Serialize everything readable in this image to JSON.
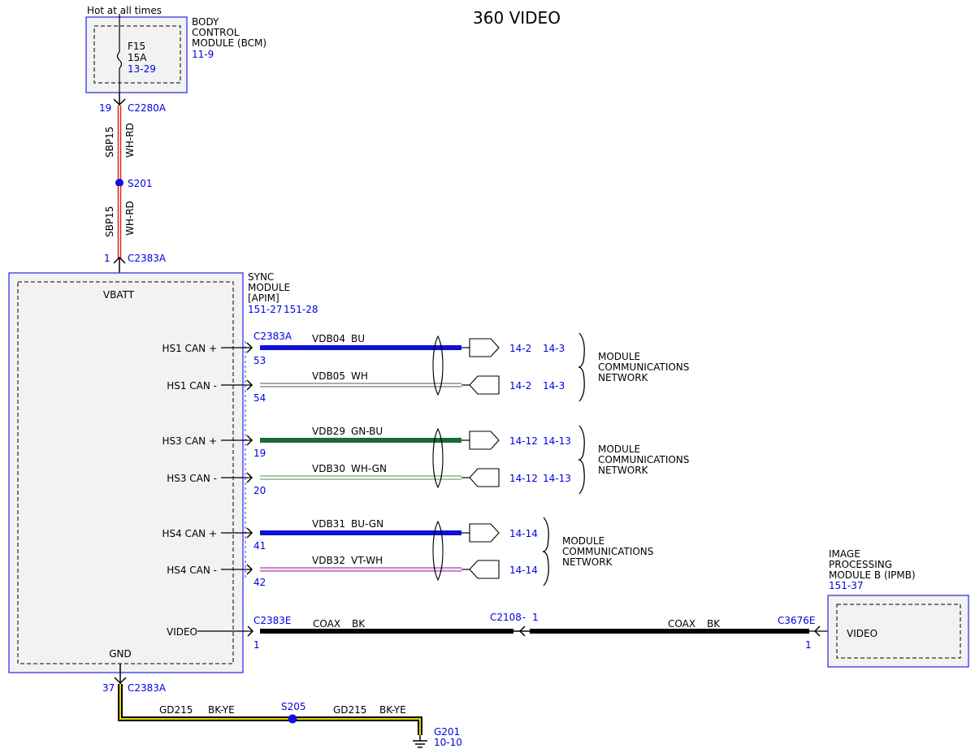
{
  "title": "360 VIDEO",
  "colors": {
    "ref_text": "#0000e0",
    "module_border": "#3333ee",
    "wire_blue": "#1010d8",
    "wire_green": "#1a6a3a",
    "wire_violet": "#cc88cc",
    "wire_red": "#e02020",
    "wire_yellow": "#e8d800"
  },
  "power": {
    "label": "Hot at all times",
    "bcm": {
      "name_line1": "BODY",
      "name_line2": "CONTROL",
      "name_line3": "MODULE (BCM)",
      "ref": "11-9",
      "fuse_id": "F15",
      "fuse_rating": "15A",
      "fuse_ref": "13-29"
    },
    "top_connector": {
      "pin": "19",
      "id": "C2280A"
    },
    "splice": {
      "id": "S201"
    },
    "wire_upper": {
      "circuit": "SBP15",
      "color": "WH-RD"
    },
    "wire_lower": {
      "circuit": "SBP15",
      "color": "WH-RD"
    },
    "sync_connector": {
      "pin": "1",
      "id": "C2383A"
    }
  },
  "sync": {
    "name_line1": "SYNC",
    "name_line2": "MODULE",
    "name_line3": "[APIM]",
    "ref1": "151-27",
    "ref2": "151-28",
    "vbatt": "VBATT",
    "gnd": "GND",
    "video": "VIDEO",
    "can_connector": "C2383A",
    "video_connector": "C2383E",
    "video_pin": "1"
  },
  "can_signals": [
    {
      "label": "HS1 CAN +",
      "pin": "53",
      "circuit": "VDB04",
      "color": "BU",
      "ref1": "14-2",
      "ref2": "14-3"
    },
    {
      "label": "HS1 CAN -",
      "pin": "54",
      "circuit": "VDB05",
      "color": "WH",
      "ref1": "14-2",
      "ref2": "14-3"
    },
    {
      "label": "HS3 CAN +",
      "pin": "19",
      "circuit": "VDB29",
      "color": "GN-BU",
      "ref1": "14-12",
      "ref2": "14-13"
    },
    {
      "label": "HS3 CAN -",
      "pin": "20",
      "circuit": "VDB30",
      "color": "WH-GN",
      "ref1": "14-12",
      "ref2": "14-13"
    },
    {
      "label": "HS4 CAN +",
      "pin": "41",
      "circuit": "VDB31",
      "color": "BU-GN",
      "ref1": "14-14",
      "ref2": ""
    },
    {
      "label": "HS4 CAN -",
      "pin": "42",
      "circuit": "VDB32",
      "color": "VT-WH",
      "ref1": "14-14",
      "ref2": ""
    }
  ],
  "network_labels": [
    {
      "line1": "MODULE",
      "line2": "COMMUNICATIONS",
      "line3": "NETWORK"
    },
    {
      "line1": "MODULE",
      "line2": "COMMUNICATIONS",
      "line3": "NETWORK"
    },
    {
      "line1": "MODULE",
      "line2": "COMMUNICATIONS",
      "line3": "NETWORK"
    }
  ],
  "video_link": {
    "inline_connector": "C2108",
    "inline_dash": "-",
    "inline_pin": "1",
    "left_wire": {
      "circuit": "COAX",
      "color": "BK"
    },
    "right_wire": {
      "circuit": "COAX",
      "color": "BK"
    },
    "ipmb_connector": "C3676E",
    "ipmb_pin": "1"
  },
  "ipmb": {
    "name_line1": "IMAGE",
    "name_line2": "PROCESSING",
    "name_line3": "MODULE B (IPMB)",
    "ref": "151-37",
    "video": "VIDEO"
  },
  "ground": {
    "connector_pin": "37",
    "connector_id": "C2383A",
    "wire_left": {
      "circuit": "GD215",
      "color": "BK-YE"
    },
    "splice": "S205",
    "wire_right": {
      "circuit": "GD215",
      "color": "BK-YE"
    },
    "ground_id": "G201",
    "ground_ref": "10-10"
  }
}
